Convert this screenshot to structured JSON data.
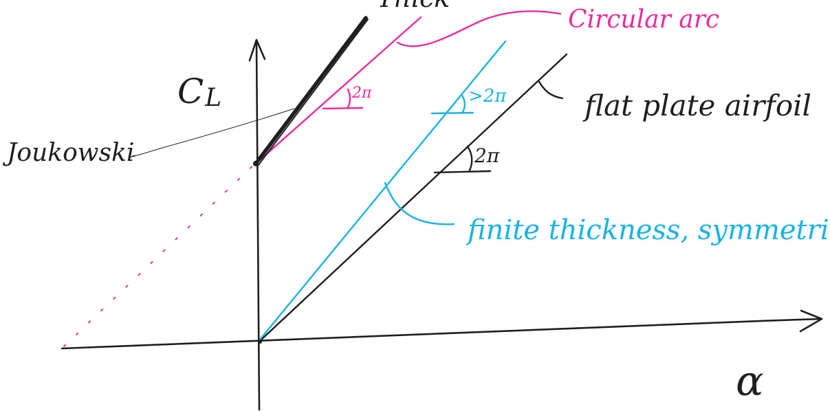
{
  "colors": {
    "black": "#1e1e1e",
    "pink": "#ee2a9a",
    "cyan": "#17b3e6"
  },
  "axes": {
    "y_label_main": "C",
    "y_label_sub": "L",
    "x_label": "α"
  },
  "labels": {
    "thick": "Thick",
    "circular_arc": "Circular arc",
    "flat_plate": "flat plate airfoil",
    "joukowski": "Joukowski",
    "finite_thickness": "finite thickness, symmetric"
  },
  "slopes": {
    "circular_arc": "2π",
    "finite_thickness": ">2π",
    "flat_plate": "2π"
  }
}
